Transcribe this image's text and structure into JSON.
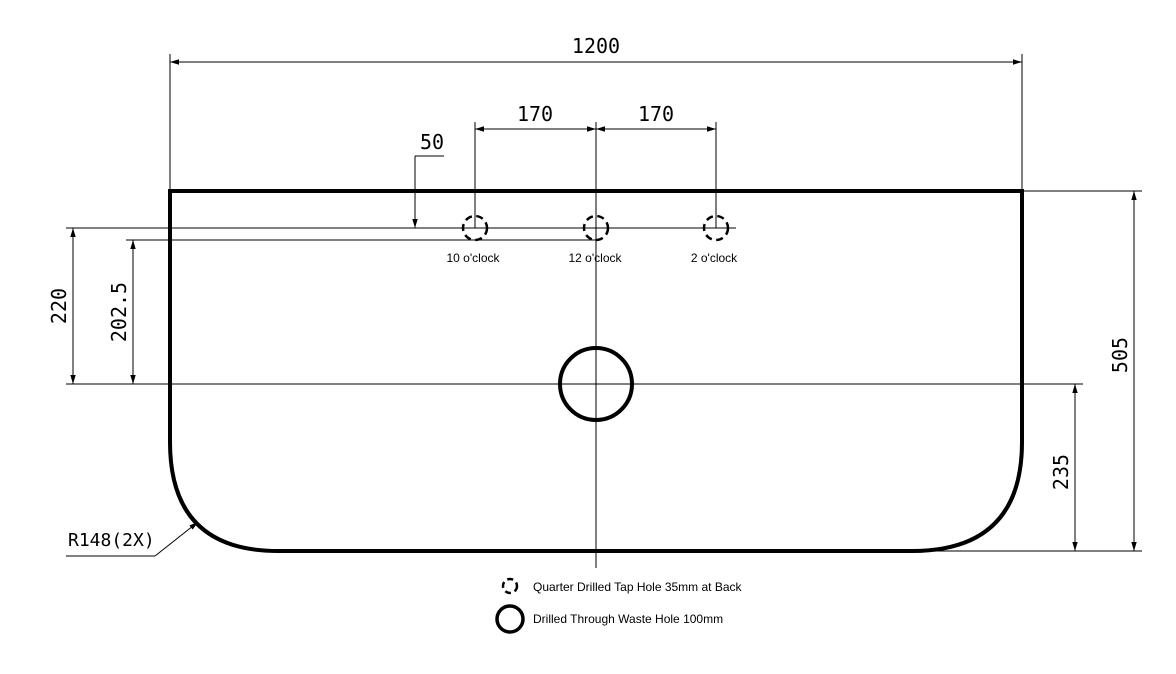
{
  "dimensions": {
    "overall_width": "1200",
    "tap_spacing_left": "170",
    "tap_spacing_right": "170",
    "tap_offset_from_back": "50",
    "tap_to_waste": "220",
    "tap_edge_to_waste": "202.5",
    "overall_depth": "505",
    "waste_to_front": "235",
    "corner_radius": "R148(2X)"
  },
  "tap_positions": [
    {
      "label": "10 o'clock"
    },
    {
      "label": "12 o'clock"
    },
    {
      "label": "2 o'clock"
    }
  ],
  "legend": {
    "tap_hole": "Quarter Drilled Tap Hole 35mm at Back",
    "waste_hole": "Drilled Through Waste Hole 100mm"
  }
}
